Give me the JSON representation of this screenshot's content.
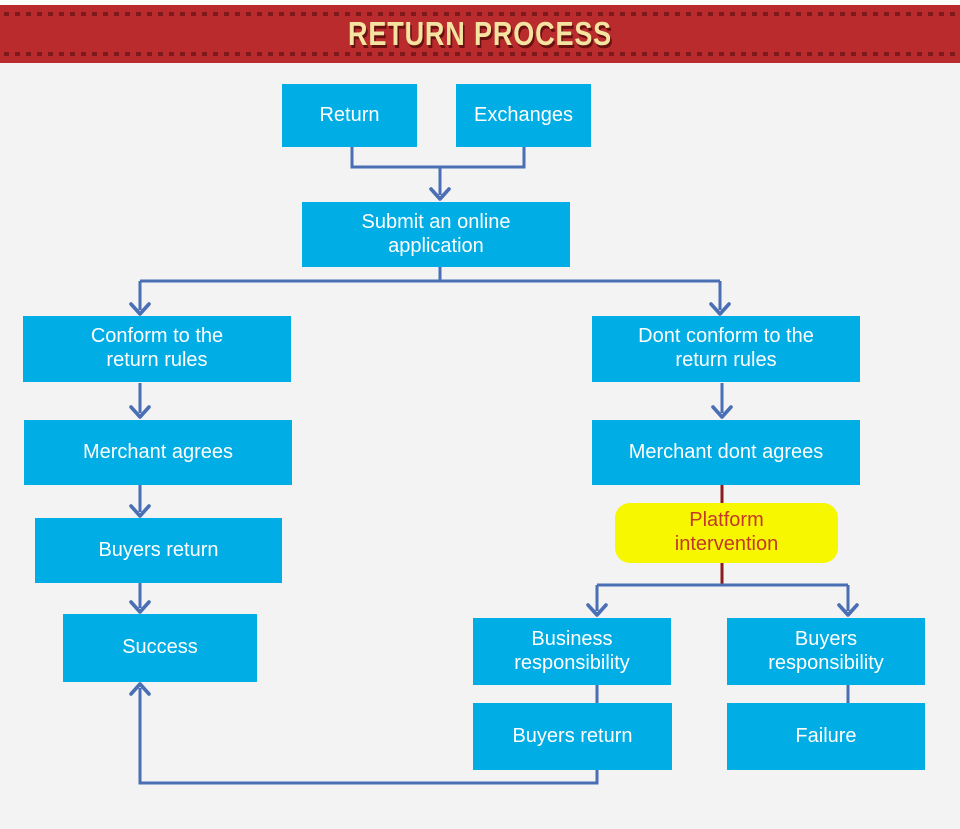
{
  "header": {
    "title": "RETURN PROCESS"
  },
  "colors": {
    "background": "#f2f3f2",
    "banner_bg": "#b92b2c",
    "banner_stitch": "#7d191b",
    "banner_title": "#f5e4a1",
    "node_fill": "#00ade4",
    "node_text": "#ffffff",
    "connector_blue": "#4a6fb5",
    "connector_maroon": "#8e1b1d",
    "highlight_fill": "#f7f700",
    "highlight_text": "#c2392b"
  },
  "nodes": [
    {
      "id": "return",
      "label": "Return"
    },
    {
      "id": "exchanges",
      "label": "Exchanges"
    },
    {
      "id": "submit-application",
      "label": "Submit an online\napplication"
    },
    {
      "id": "conform-rules",
      "label": "Conform to the\nreturn rules"
    },
    {
      "id": "dont-conform-rules",
      "label": "Dont conform to the\nreturn rules"
    },
    {
      "id": "merchant-agrees",
      "label": "Merchant agrees"
    },
    {
      "id": "merchant-dont-agrees",
      "label": "Merchant dont agrees"
    },
    {
      "id": "buyers-return",
      "label": "Buyers return"
    },
    {
      "id": "platform-intervention",
      "label": "Platform\nintervention"
    },
    {
      "id": "success",
      "label": "Success"
    },
    {
      "id": "business-responsibility",
      "label": "Business\nresponsibility"
    },
    {
      "id": "buyers-responsibility",
      "label": "Buyers\nresponsibility"
    },
    {
      "id": "buyers-return-2",
      "label": "Buyers return"
    },
    {
      "id": "failure",
      "label": "Failure"
    }
  ]
}
